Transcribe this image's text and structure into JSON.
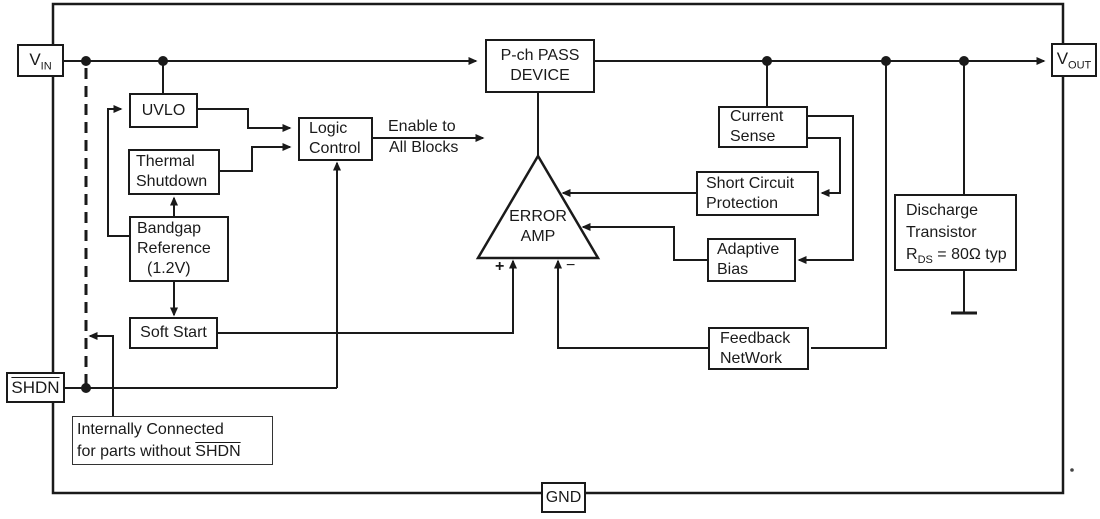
{
  "colors": {
    "wire": "#1a1a1a",
    "background": "#ffffff"
  },
  "pins": {
    "vin": {
      "main": "V",
      "sub": "IN"
    },
    "vout": {
      "main": "V",
      "sub": "OUT"
    },
    "shdn": {
      "label": "SHDN"
    },
    "gnd": {
      "label": "GND"
    }
  },
  "blocks": {
    "uvlo": {
      "l1": "UVLO"
    },
    "thermal_shutdown": {
      "l1": "Thermal",
      "l2": "Shutdown"
    },
    "bandgap": {
      "l1": "Bandgap",
      "l2": "Reference",
      "l3": "(1.2V)"
    },
    "soft_start": {
      "l1": "Soft Start"
    },
    "logic_control": {
      "l1": "Logic",
      "l2": "Control"
    },
    "pass_device": {
      "l1": "P-ch PASS",
      "l2": "DEVICE"
    },
    "error_amp": {
      "l1": "ERROR",
      "l2": "AMP",
      "plus": "+",
      "minus": "−"
    },
    "current_sense": {
      "l1": "Current",
      "l2": "Sense"
    },
    "short_circuit": {
      "l1": "Short Circuit",
      "l2": "Protection"
    },
    "adaptive_bias": {
      "l1": "Adaptive",
      "l2": "Bias"
    },
    "feedback": {
      "l1": "Feedback",
      "l2": "NetWork"
    },
    "discharge": {
      "l1": "Discharge",
      "l2": "Transistor",
      "l3_pre": "R",
      "l3_sub": "DS",
      "l3_post": " = 80Ω typ"
    }
  },
  "annotations": {
    "enable": {
      "l1": "Enable to",
      "l2": "All Blocks"
    },
    "callout": {
      "l1": "Internally Connected",
      "l2_pre": "for parts without ",
      "l2_shdn": "SHDN"
    }
  }
}
